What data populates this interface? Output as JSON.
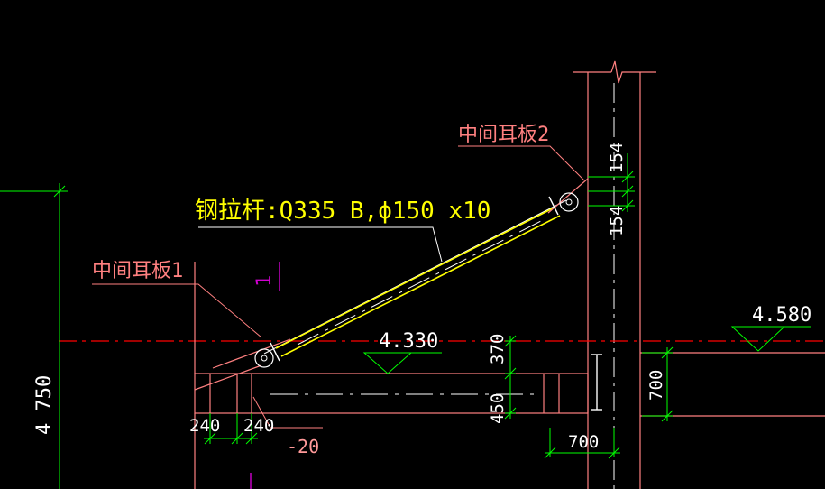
{
  "colors": {
    "background": "#000000",
    "pink": "#ff8080",
    "red": "#ff0000",
    "green": "#00ff00",
    "yellow": "#ffff00",
    "white": "#ffffff",
    "magenta": "#d000d0"
  },
  "labels": {
    "rod": "钢拉杆:Q335 B,ϕ150 x10",
    "plate1": "中间耳板1",
    "plate2": "中间耳板2",
    "section_mark": "1"
  },
  "elevations": {
    "left_level": "4.330",
    "right_level": "4.580",
    "total_height": "4 750"
  },
  "dimensions": {
    "d154_top": "154",
    "d154_bottom": "154",
    "d370": "370",
    "d450": "450",
    "d700_horizontal": "700",
    "d700_vertical": "700",
    "d240_left": "240",
    "d240_right": "240",
    "offset": "-20"
  }
}
